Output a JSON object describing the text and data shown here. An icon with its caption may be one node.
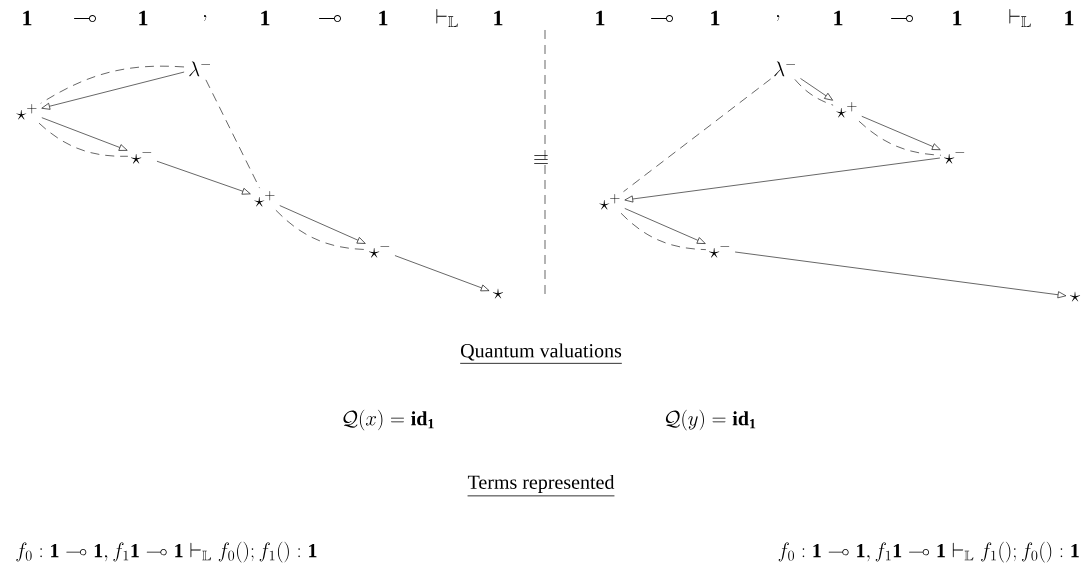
{
  "diagram": {
    "nodes": [
      {
        "text": [
          "\\lambda^{-}"
        ]
      },
      {
        "text": [
          "\\star^{+}"
        ]
      },
      {
        "text": [
          "\\star^{-}"
        ]
      },
      {
        "text": [
          "\\star^{+}"
        ]
      },
      {
        "text": [
          "\\star^{-}"
        ]
      },
      {
        "text": [
          "\\star"
        ]
      },
      {
        "text": [
          "\\lambda^{-}"
        ]
      },
      {
        "text": [
          "\\star^{+}"
        ]
      },
      {
        "text": [
          "\\star^{-}"
        ]
      },
      {
        "text": [
          "\\star^{+}"
        ]
      },
      {
        "text": [
          "\\star^{-}"
        ]
      },
      {
        "text": [
          "\\star"
        ]
      }
    ],
    "edges": [
      {
        "from": 0,
        "to": 1,
        "arrow": "to"
      },
      {
        "from": 0,
        "to": 1,
        "arrow": "none",
        "style": "dashed"
      },
      {
        "from": 1,
        "to": 2,
        "arrow": "to"
      },
      {
        "from": 1,
        "to": 2,
        "arrow": "none",
        "style": "dashed"
      },
      {
        "from": 2,
        "to": 3,
        "arrow": "to"
      },
      {
        "from": 0,
        "to": 3,
        "arrow": "none",
        "style": "dashed"
      },
      {
        "from": 3,
        "to": 4,
        "arrow": "to"
      },
      {
        "from": 3,
        "to": 4,
        "arrow": "none",
        "style": "dashed"
      },
      {
        "from": 4,
        "to": 5,
        "arrow": "to"
      },
      {
        "from": 6,
        "to": 7,
        "arrow": "to"
      },
      {
        "from": 6,
        "to": 7,
        "arrow": "none",
        "style": "dashed"
      },
      {
        "from": 7,
        "to": 8,
        "arrow": "to"
      },
      {
        "from": 7,
        "to": 8,
        "arrow": "none",
        "style": "dashed"
      },
      {
        "from": 8,
        "to": 9,
        "arrow": "to"
      },
      {
        "from": 6,
        "to": 9,
        "arrow": "none",
        "style": "dashed"
      },
      {
        "from": 9,
        "to": 10,
        "arrow": "to"
      },
      {
        "from": 9,
        "to": 10,
        "arrow": "none",
        "style": "dashed"
      },
      {
        "from": 10,
        "to": 11,
        "arrow": "to"
      }
    ],
    "labels": [
      "\\mathbf{1}",
      "\\multimap",
      "\\mathbf{1}",
      ",",
      "\\mathbf{1}",
      "\\multimap",
      "\\mathbf{1}",
      "\\vdash_{\\mathbb{L}}",
      "\\mathbf{1}",
      "\\mathbf{1}",
      "\\multimap",
      "\\mathbf{1}",
      ",",
      "\\mathbf{1}",
      "\\multimap",
      "\\mathbf{1}",
      "\\vdash_{\\mathbb{L}}",
      "\\mathbf{1}",
      "\\equiv",
      "Quantum valuations",
      "\\mathcal{Q}(x) = \\mathbf{id}_{\\mathbf{1}}",
      "\\mathcal{Q}(y) = \\mathbf{id}_{\\mathbf{1}}",
      "Terms represented",
      "f_0 : \\mathbf{1} \\multimap \\mathbf{1}, f_1 \\mathbf{1} \\multimap \\mathbf{1} \\vdash_{\\mathbb{L}} f_0(); f_1() : \\mathbf{1}",
      "f_0 : \\mathbf{1} \\multimap \\mathbf{1}, f_1 \\mathbf{1} \\multimap \\mathbf{1} \\vdash_{\\mathbb{L}} f_1(); f_0() : \\mathbf{1}"
    ]
  }
}
